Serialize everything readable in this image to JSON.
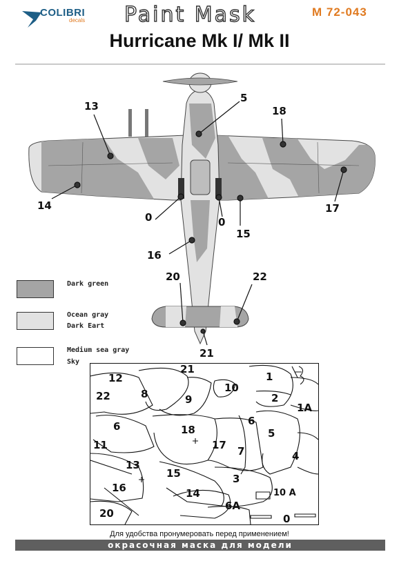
{
  "header": {
    "brand": "COLIBRI",
    "brand_sub": "decals",
    "product_line": "Paint Mask",
    "code": "M 72-043",
    "title": "Hurricane Mk I/ Mk II"
  },
  "callouts": [
    {
      "id": "c13",
      "label": "13"
    },
    {
      "id": "c5",
      "label": "5"
    },
    {
      "id": "c18",
      "label": "18"
    },
    {
      "id": "c14",
      "label": "14"
    },
    {
      "id": "c0l",
      "label": "0"
    },
    {
      "id": "c0r",
      "label": "0"
    },
    {
      "id": "c15",
      "label": "15"
    },
    {
      "id": "c17",
      "label": "17"
    },
    {
      "id": "c16",
      "label": "16"
    },
    {
      "id": "c20",
      "label": "20"
    },
    {
      "id": "c22",
      "label": "22"
    },
    {
      "id": "c21",
      "label": "21"
    }
  ],
  "legend": [
    {
      "color": "#a5a5a5",
      "lines": [
        "Dark green"
      ]
    },
    {
      "color": "#e2e2e2",
      "lines": [
        "Ocean gray",
        "Dark Eart"
      ]
    },
    {
      "color": "#ffffff",
      "lines": [
        "Medium sea gray",
        "Sky"
      ]
    }
  ],
  "mask_labels": [
    "12",
    "21",
    "10",
    "1",
    "22",
    "8",
    "9",
    "2",
    "1A",
    "6",
    "18",
    "6",
    "5",
    "11",
    "17",
    "7",
    "4",
    "13",
    "15",
    "3",
    "16",
    "14",
    "10 A",
    "6A",
    "20",
    "0"
  ],
  "note": "Для удобства пронумеровать перед применением!",
  "footer": "окрасочная маска для модели",
  "colors": {
    "dark": "#a5a5a5",
    "light": "#e2e2e2",
    "accent": "#e07a20",
    "brand": "#1d5e86"
  }
}
